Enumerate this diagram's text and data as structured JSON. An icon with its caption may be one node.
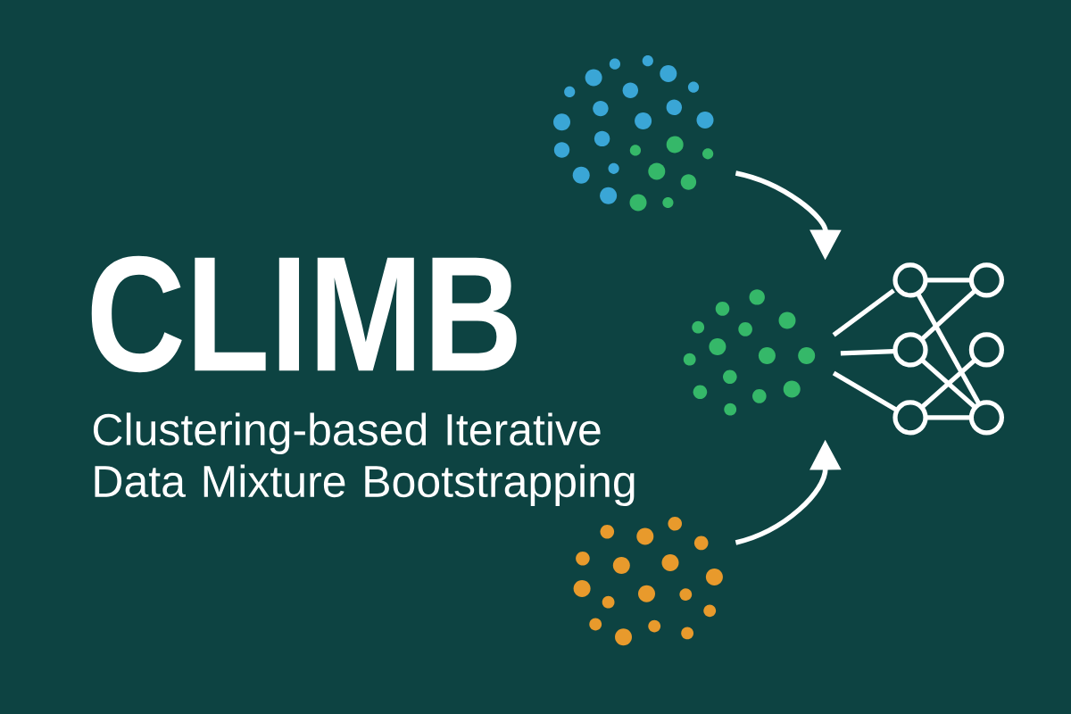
{
  "diagram": {
    "title": "CLIMB",
    "nodes": [
      {
        "text": [],
        "shape": "picture"
      },
      {
        "text": [],
        "shape": "picture"
      },
      {
        "text": [],
        "shape": "picture"
      },
      {
        "text": [],
        "shape": "picture"
      }
    ],
    "edges": [
      {
        "from": 0,
        "to": 3,
        "arrow": "to"
      },
      {
        "from": 2,
        "to": 3,
        "arrow": "to"
      }
    ],
    "labels": [
      "Clustering-based Iterative Data Mixture Bootstrapping"
    ]
  }
}
